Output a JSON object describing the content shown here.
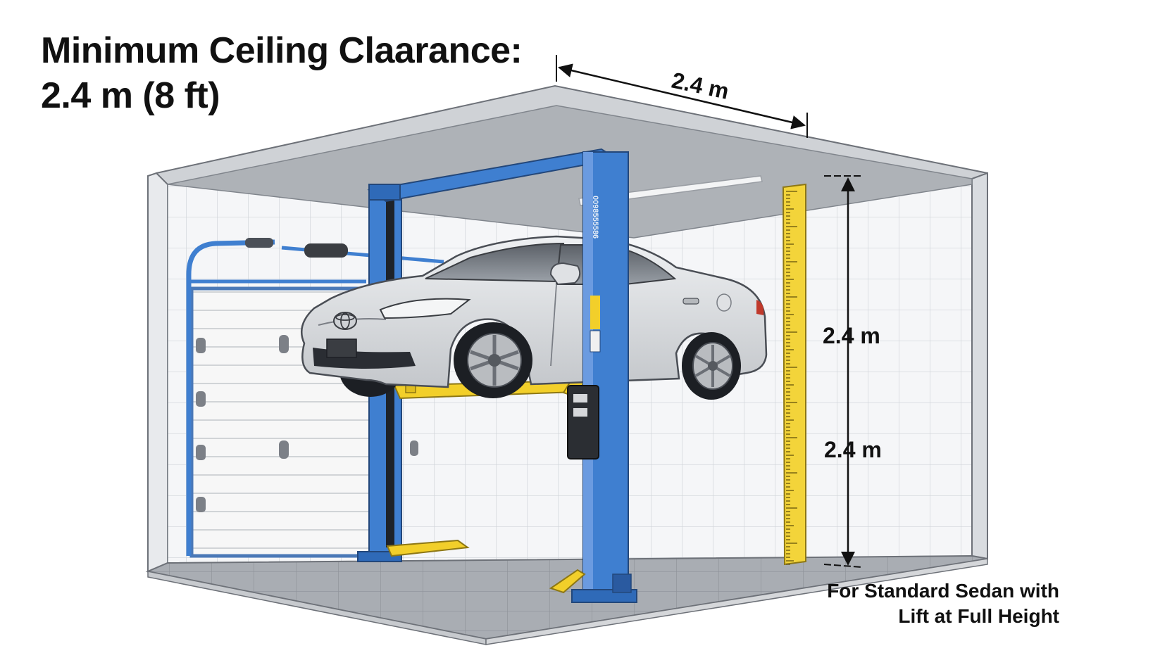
{
  "title": {
    "line1": "Minimum Ceiling Claarance:",
    "line2": "2.4 m (8 ft)"
  },
  "dimensions": {
    "ceiling_width": "2.4 m",
    "upper_height": "2.4 m",
    "lower_height": "2.4 m"
  },
  "lift_post_label": "0098555586",
  "note": {
    "line1": "For Standard Sedan with",
    "line2": "Lift at Full Height"
  },
  "colors": {
    "lift_blue": "#3f7fd0",
    "lift_arm_yellow": "#f2cf2a",
    "car_silver": "#d7d9dc",
    "ruler_yellow": "#f3d43a",
    "floor_gray": "#a9adb3",
    "ceiling_gray": "#b3b6ba"
  },
  "icons": [
    "brand-emblem-icon",
    "ruler-icon",
    "dimension-arrow-icon"
  ]
}
